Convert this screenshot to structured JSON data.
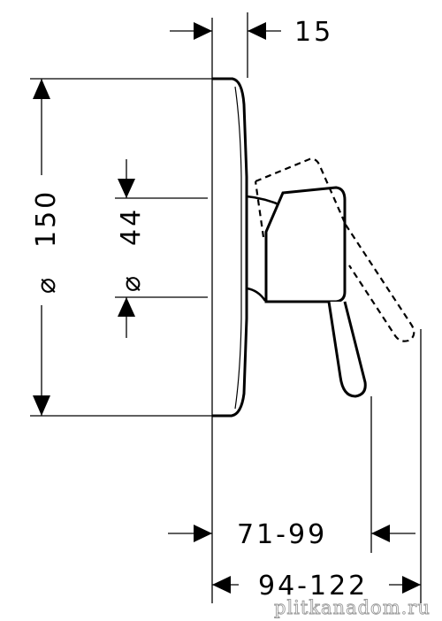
{
  "dimensions": {
    "top_depth": "15",
    "outer_diameter": "150",
    "inner_diameter": "44",
    "diameter_symbol": "⌀",
    "depth_min": "71-99",
    "depth_max": "94-122"
  },
  "watermark": "plitkanadom.ru",
  "colors": {
    "line": "#000000",
    "background": "#ffffff",
    "watermark_stroke": "#9a9a9a"
  }
}
